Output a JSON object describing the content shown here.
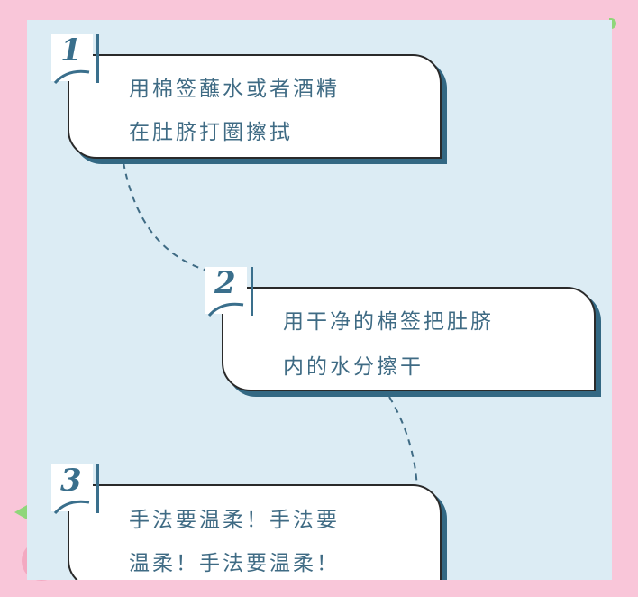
{
  "steps": [
    {
      "number": "1",
      "lines": [
        "用棉签蘸水或者酒精",
        "在肚脐打圈擦拭"
      ]
    },
    {
      "number": "2",
      "lines": [
        "用干净的棉签把肚脐",
        "内的水分擦干"
      ]
    },
    {
      "number": "3",
      "lines": [
        "手法要温柔！手法要",
        "温柔！手法要温柔！"
      ]
    }
  ],
  "colors": {
    "background": "#f9c6d9",
    "panel": "#dcecf4",
    "text": "#3f6b84",
    "shadow": "#336883"
  }
}
